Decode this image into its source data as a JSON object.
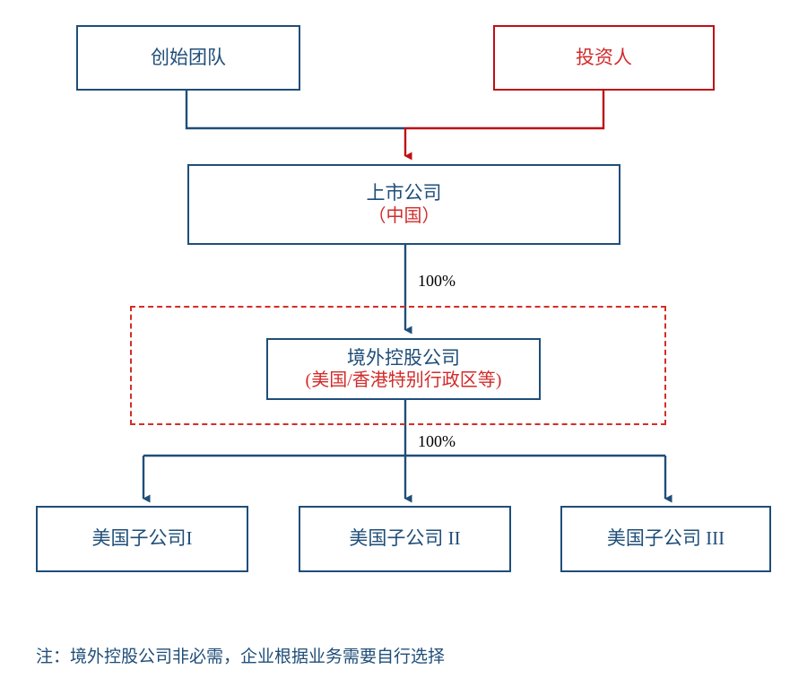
{
  "diagram": {
    "title_text": "",
    "colors": {
      "blue_line": "#1F4E79",
      "blue_text": "#1F4E79",
      "red_line": "#BF0F14",
      "red_text": "#D22B2B",
      "dashed_red": "#D42D26",
      "label_black": "#000000",
      "background": "#FFFFFF"
    },
    "nodes": {
      "founder": {
        "label": "创始团队"
      },
      "investor": {
        "label": "投资人"
      },
      "listed": {
        "line1": "上市公司",
        "line2": "（中国）"
      },
      "offshore": {
        "line1": "境外控股公司",
        "line2": "(美国/香港特别行政区等)"
      },
      "sub1": {
        "label": "美国子公司I"
      },
      "sub2": {
        "label": "美国子公司 II"
      },
      "sub3": {
        "label": "美国子公司 III"
      }
    },
    "edge_labels": {
      "listed_to_offshore": "100%",
      "offshore_to_subs": "100%"
    },
    "footnote": "注：境外控股公司非必需，企业根据业务需要自行选择"
  }
}
